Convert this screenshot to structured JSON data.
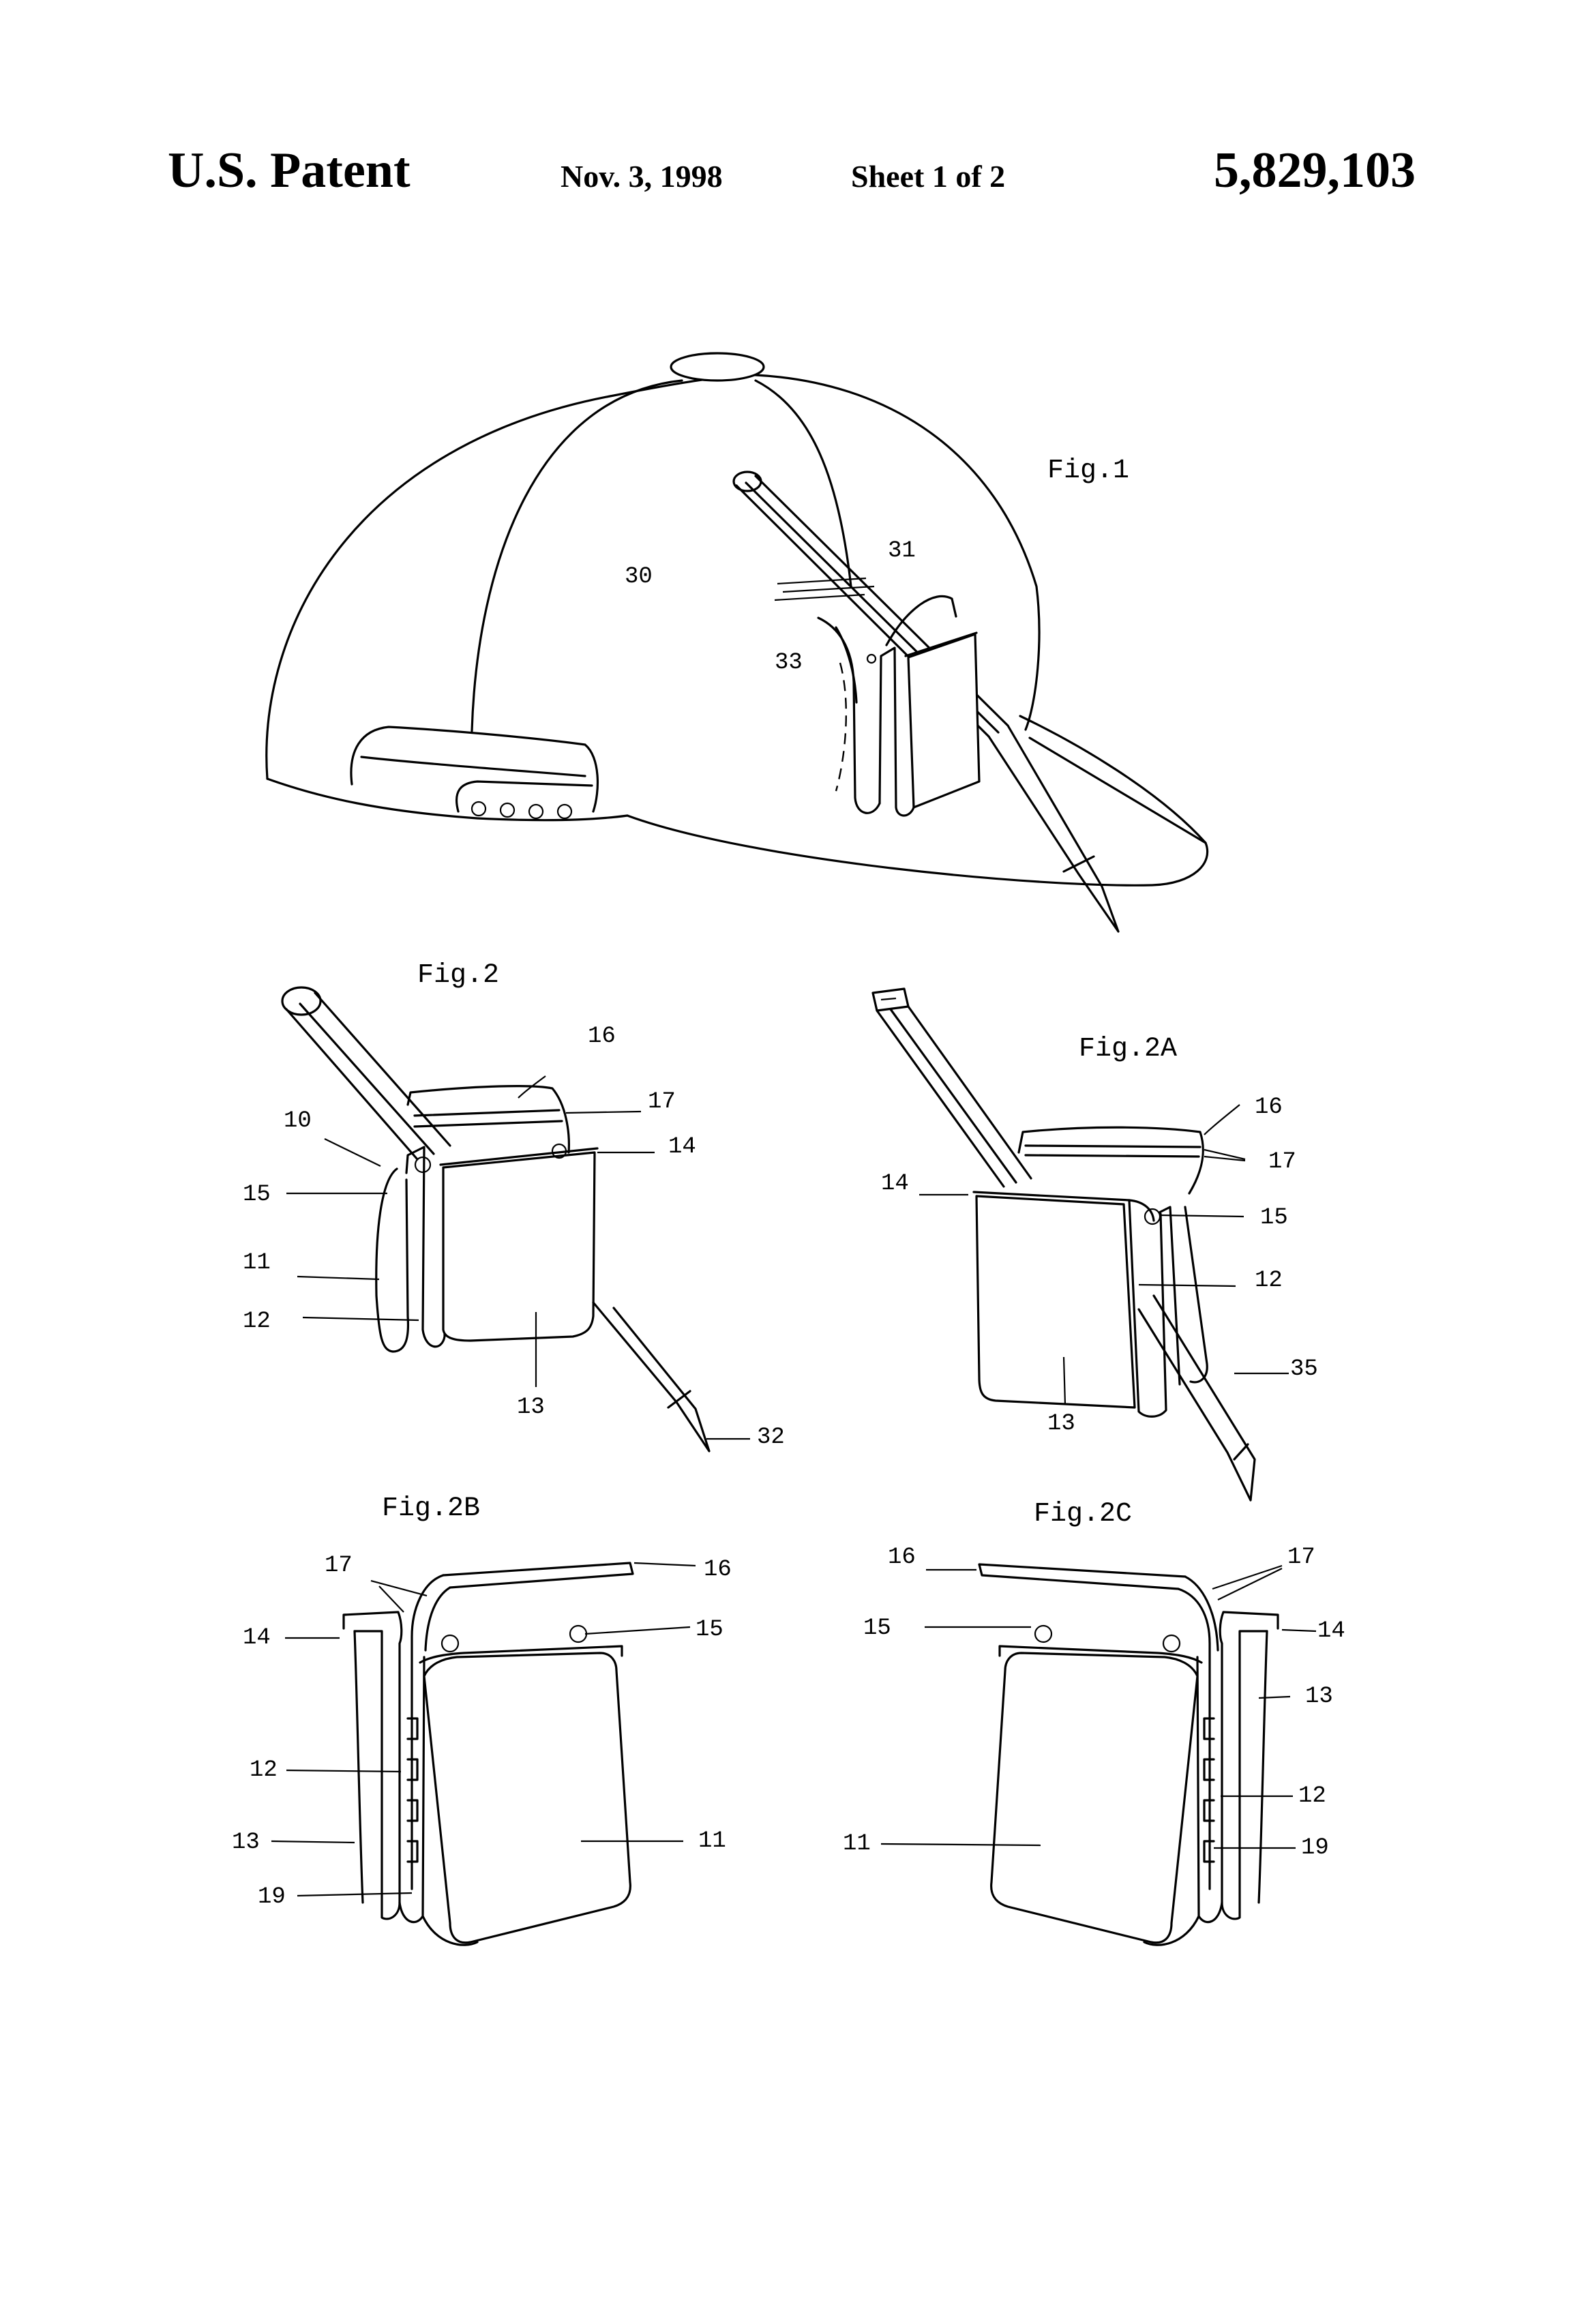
{
  "header": {
    "title": "U.S. Patent",
    "date": "Nov. 3, 1998",
    "sheet": "Sheet 1 of 2",
    "patent_number": "5,829,103"
  },
  "figures": {
    "fig1": {
      "label": "Fig.1",
      "refs": {
        "cap": "30",
        "pencil_top": "31",
        "clip": "33"
      }
    },
    "fig2": {
      "label": "Fig.2",
      "refs": {
        "r16": "16",
        "r17": "17",
        "r10": "10",
        "r14": "14",
        "r15": "15",
        "r11": "11",
        "r12": "12",
        "r13": "13",
        "r32": "32"
      }
    },
    "fig2a": {
      "label": "Fig.2A",
      "refs": {
        "r16": "16",
        "r17": "17",
        "r14": "14",
        "r15": "15",
        "r12": "12",
        "r35": "35",
        "r13": "13"
      }
    },
    "fig2b": {
      "label": "Fig.2B",
      "refs": {
        "r17": "17",
        "r16": "16",
        "r14": "14",
        "r15": "15",
        "r12": "12",
        "r13": "13",
        "r11": "11",
        "r19": "19"
      }
    },
    "fig2c": {
      "label": "Fig.2C",
      "refs": {
        "r16": "16",
        "r17": "17",
        "r15": "15",
        "r14": "14",
        "r13": "13",
        "r12": "12",
        "r11": "11",
        "r19": "19"
      }
    }
  }
}
